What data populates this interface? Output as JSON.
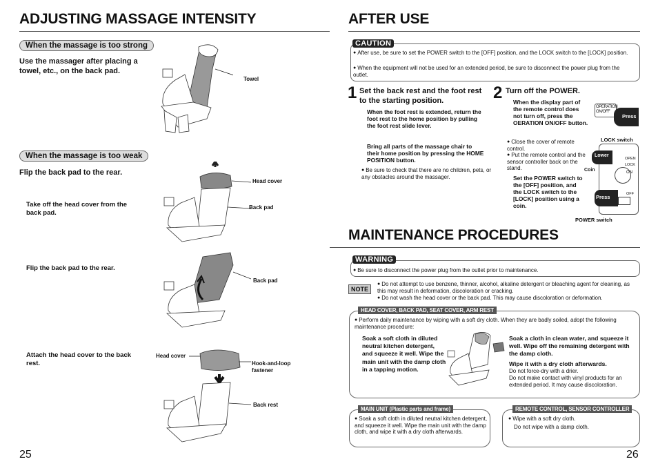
{
  "left": {
    "title": "ADJUSTING MASSAGE INTENSITY",
    "strong": {
      "heading": "When the massage is too strong",
      "text": "Use the massager after placing a towel, etc., on the back pad.",
      "label_towel": "Towel"
    },
    "weak": {
      "heading": "When the massage is too weak",
      "text": "Flip the back pad to the rear.",
      "step1_text": "Take off the head cover from the back pad.",
      "step1_label_head_cover": "Head cover",
      "step1_label_back_pad": "Back pad",
      "step2_text": "Flip the back pad to the rear.",
      "step2_label_back_pad": "Back pad",
      "step3_text": "Attach the head cover to the back rest.",
      "step3_label_head_cover": "Head cover",
      "step3_label_fastener": "Hook-and-loop fastener",
      "step3_label_back_rest": "Back rest"
    },
    "page_number": "25"
  },
  "right": {
    "after_use": {
      "title": "AFTER USE",
      "caution_tag": "CAUTION",
      "caution_1": "After use, be sure to set the POWER switch to the [OFF] position, and the LOCK switch to the [LOCK] position.",
      "caution_2": "When the equipment will not be used for an extended period, be sure to disconnect the power plug from the outlet.",
      "step1_num": "1",
      "step1_head": "Set the back rest and the foot rest to the starting position.",
      "step1_p1": "When the foot rest is extended, return the foot rest to the home position by pulling the foot rest slide lever.",
      "step1_p2": "Bring all parts of the massage chair to their home position by pressing the HOME POSITION button.",
      "step1_bullet": "Be sure to check that there are no children, pets, or any obstacles around the massager.",
      "step2_num": "2",
      "step2_head": "Turn off the POWER.",
      "step2_p1": "When the display part of the remote control does not turn off, press the OERATION ON/OFF button.",
      "step2_b1": "Close the cover of remote control.",
      "step2_b2": "Put the remote control and the sensor controller back on the stand.",
      "step2_p2": "Set the POWER switch to the [OFF] position, and the LOCK switch to the [LOCK] position using a coin.",
      "label_operation": "OPERATION ON/OFF",
      "label_press": "Press",
      "label_lock_switch": "LOCK switch",
      "label_lower": "Lower",
      "label_coin": "Coin",
      "label_open": "OPEN",
      "label_lock": "LOCK",
      "label_on": "ON",
      "label_off": "OFF",
      "label_press2": "Press",
      "label_power_switch": "POWER switch"
    },
    "maintenance": {
      "title": "MAINTENANCE PROCEDURES",
      "warning_tag": "WARNING",
      "warning_1": "Be sure to disconnect the power plug from the outlet prior to maintenance.",
      "note_tag": "NOTE",
      "note_1": "Do not attempt to use benzene, thinner, alcohol, alkaline detergent or bleaching agent for cleaning, as this may result in deformation, discoloration or cracking.",
      "note_2": "Do not wash the head cover or the back pad. This may cause discoloration or deformation.",
      "head_tag": "HEAD COVER, BACK PAD, SEAT COVER, ARM REST",
      "head_bullet": "Perform daily maintenance by wiping with a soft dry cloth. When they are badly soiled, adopt the following maintenance procedure:",
      "head_left": "Soak a soft cloth in diluted neutral kitchen detergent, and squeeze it well. Wipe the main unit with the damp cloth in a tapping motion.",
      "head_right_1": "Soak a cloth in clean water, and squeeze it well. Wipe off the remaining detergent with the damp cloth.",
      "head_right_2": "Wipe it with a dry cloth afterwards.",
      "head_right_3": "Do not force-dry with a drier.",
      "head_right_4": "Do not make contact with vinyl products for an extended period. It may cause discoloration.",
      "main_tag": "MAIN UNIT (Plastic parts and frame)",
      "main_bullet": "Soak a soft cloth in diluted neutral kitchen detergent, and squeeze it well. Wipe the main unit with the damp cloth, and wipe it with a dry cloth afterwards.",
      "remote_tag": "REMOTE CONTROL, SENSOR CONTROLLER",
      "remote_bullet": "Wipe with a soft dry cloth.",
      "remote_text": "Do not wipe with a damp cloth."
    },
    "page_number": "26"
  }
}
